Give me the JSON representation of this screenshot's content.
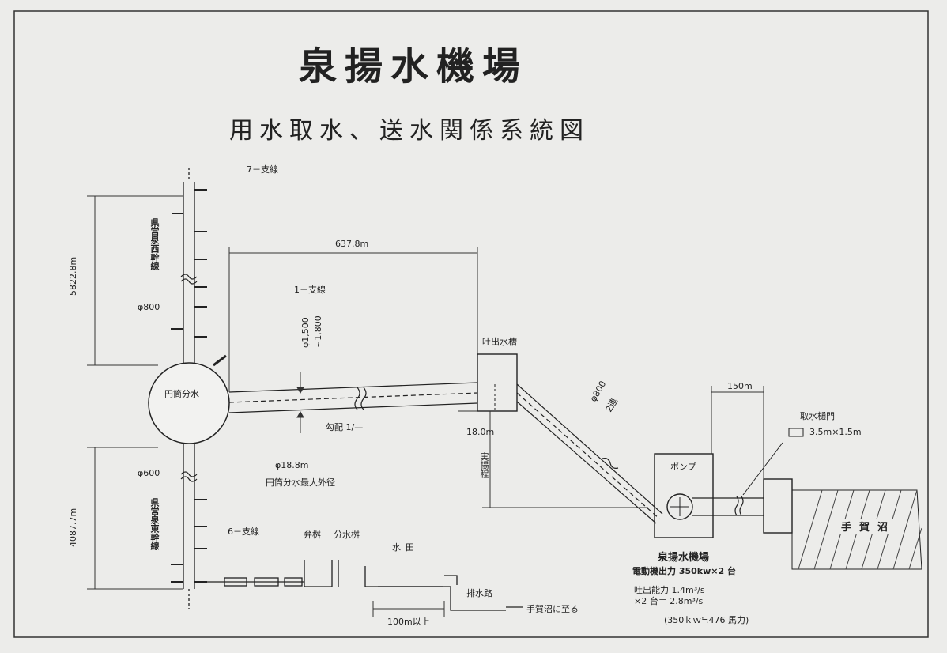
{
  "title": "泉揚水機場",
  "subtitle": "用水取水、送水関係系統図",
  "labels": {
    "branch7": "7－支線",
    "branch1": "1－支線",
    "branch6": "6－支線",
    "north_main": "県営泉西幹線",
    "south_main": "県営泉東幹線",
    "dim_north": "5822.8m",
    "dim_south": "4087.7m",
    "pipe_north_dia": "φ800",
    "pipe_south_dia": "φ600",
    "main_dim": "637.8m",
    "main_dia_1": "φ1,500",
    "main_dia_2": "~1,800",
    "gradient": "勾配 1/—",
    "circle_label": "円筒分水",
    "circle_dia": "φ18.8m",
    "circle_note": "円筒分水最大外径",
    "discharge_tank": "吐出水槽",
    "riser_dia": "φ800",
    "riser_count": "2連",
    "head": "18.0m",
    "actual_head": "実揚程",
    "pump": "ポンプ",
    "intake_dim": "150m",
    "intake_gate": "取水樋門",
    "gate_size": "3.5m×1.5m",
    "lake": "手賀沼",
    "station_name": "泉揚水機場",
    "motor_output": "電動機出力 350kw×2 台",
    "discharge_1": "吐出能力 1.4m³/s",
    "discharge_2": "×2 台＝ 2.8m³/s",
    "hp_note": "(350ｋｗ≒476 馬力)",
    "valve_box": "弁桝",
    "division_box": "分水桝",
    "paddy": "水田",
    "drain": "排水路",
    "drain_dim": "100m以上",
    "to_lake": "手賀沼に至る"
  }
}
